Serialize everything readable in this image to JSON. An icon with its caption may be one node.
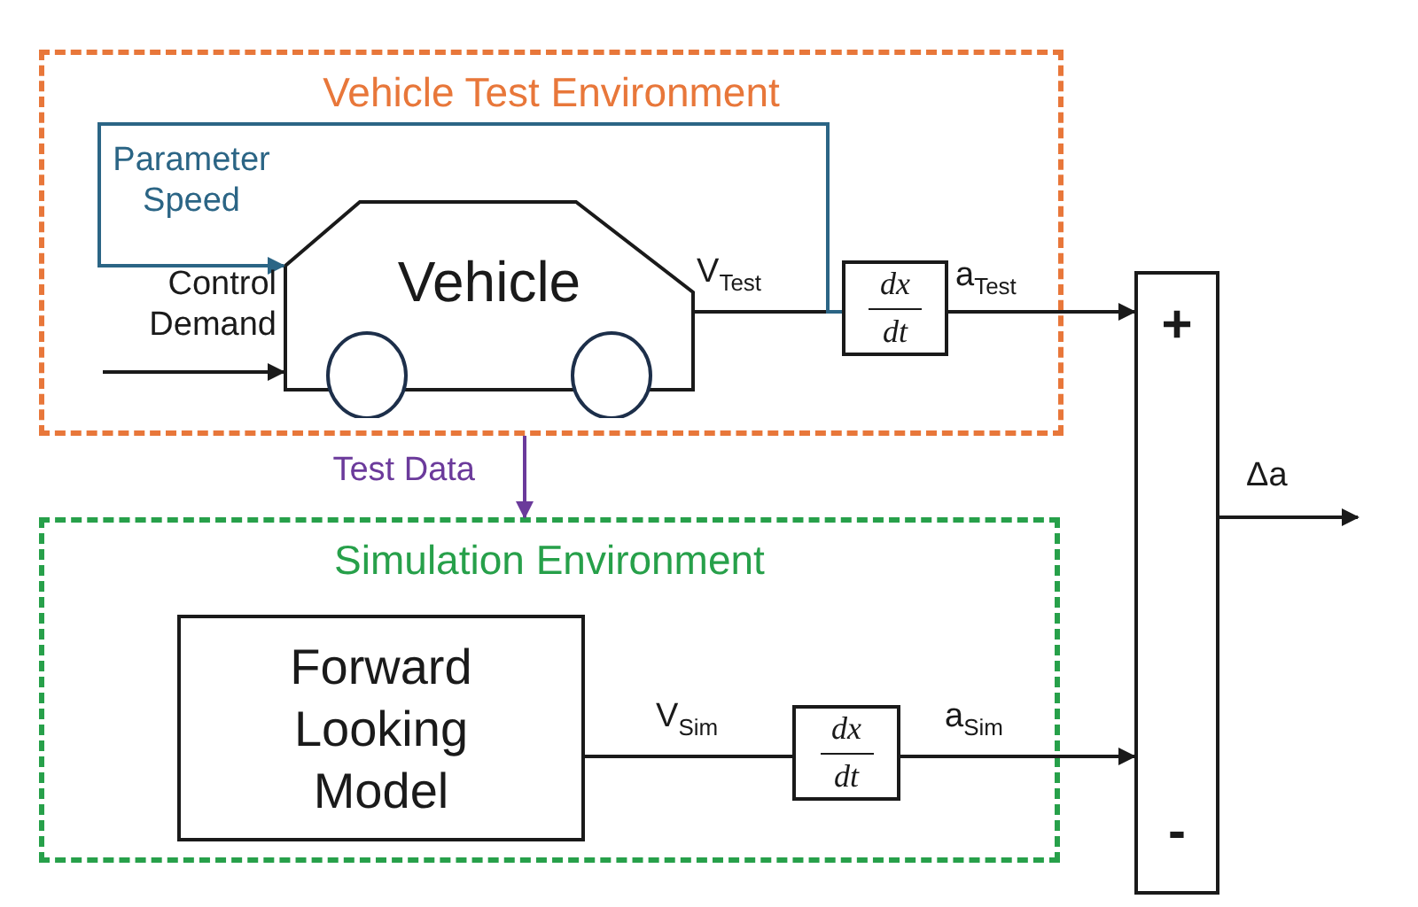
{
  "diagram": {
    "nodes": [
      {
        "text": [
          "Vehicle Test Environment"
        ]
      },
      {
        "text": [
          "Vehicle"
        ],
        "in": 0
      },
      {
        "text": [
          "dx",
          "dt"
        ],
        "in": 0
      },
      {
        "text": [
          "Simulation Environment"
        ]
      },
      {
        "text": [
          "Forward Looking Model"
        ],
        "in": 3
      },
      {
        "text": [
          "dx",
          "dt"
        ],
        "in": 3
      },
      {
        "text": [
          "+",
          "-"
        ]
      }
    ],
    "edges": [
      {
        "from": 1,
        "to": 2,
        "arrow": "none",
        "label": "V$_{Test}$"
      },
      {
        "from": 2,
        "to": 6,
        "arrow": "to",
        "label": "a$_{Test}$"
      },
      {
        "from": 4,
        "to": 5,
        "arrow": "none",
        "label": "V$_{Sim}$"
      },
      {
        "from": 5,
        "to": 6,
        "arrow": "to",
        "label": "a$_{Sim}$"
      },
      {
        "from": 6,
        "to": null,
        "arrow": "to",
        "label": "Δa"
      },
      {
        "from": null,
        "to": 1,
        "arrow": "to",
        "label": "Control Demand"
      },
      {
        "from": 2,
        "to": 1,
        "arrow": "to",
        "label": "Parameter Speed",
        "color": "#2b6585"
      },
      {
        "from": 0,
        "to": 3,
        "arrow": "to",
        "label": "Test Data",
        "color": "#6b3a9b"
      }
    ]
  }
}
